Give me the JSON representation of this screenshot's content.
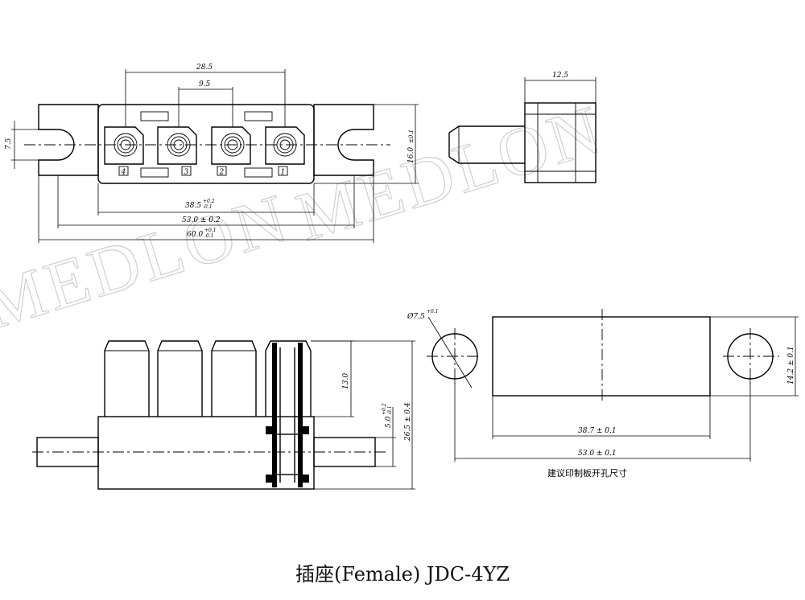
{
  "title": "插座(Female) JDC-4YZ",
  "watermark": "MEDLON",
  "note": "建议印制板开孔尺寸",
  "front_view": {
    "dim_28_5": "28.5",
    "dim_9_5": "9.5",
    "dim_7_5": "7.5",
    "dim_16_0": "16.0",
    "dim_16_0_tol": "±0.1",
    "dim_38_5": "38.5",
    "dim_38_5_tol_upper": "+0.2",
    "dim_38_5_tol_lower": "-0.1",
    "dim_53_0": "53.0 ± 0.2",
    "dim_60_0": "60.0",
    "dim_60_0_tol_upper": "+0.1",
    "dim_60_0_tol_lower": "-0.1",
    "pin_labels": [
      "4",
      "3",
      "2",
      "1"
    ]
  },
  "side_view": {
    "dim_12_5": "12.5"
  },
  "bottom_view": {
    "dim_13_0": "13.0",
    "dim_5_0": "5.0",
    "dim_5_0_tol_upper": "+0.2",
    "dim_5_0_tol_lower": "-0.1",
    "dim_26_5": "26.5 ± 0.4"
  },
  "pcb_cutout": {
    "dim_hole": "Ø7.5",
    "dim_hole_tol": "+0.1",
    "dim_38_7": "38.7 ± 0.1",
    "dim_53_0": "53.0 ± 0.1",
    "dim_14_2": "14.2 ± 0.1"
  }
}
